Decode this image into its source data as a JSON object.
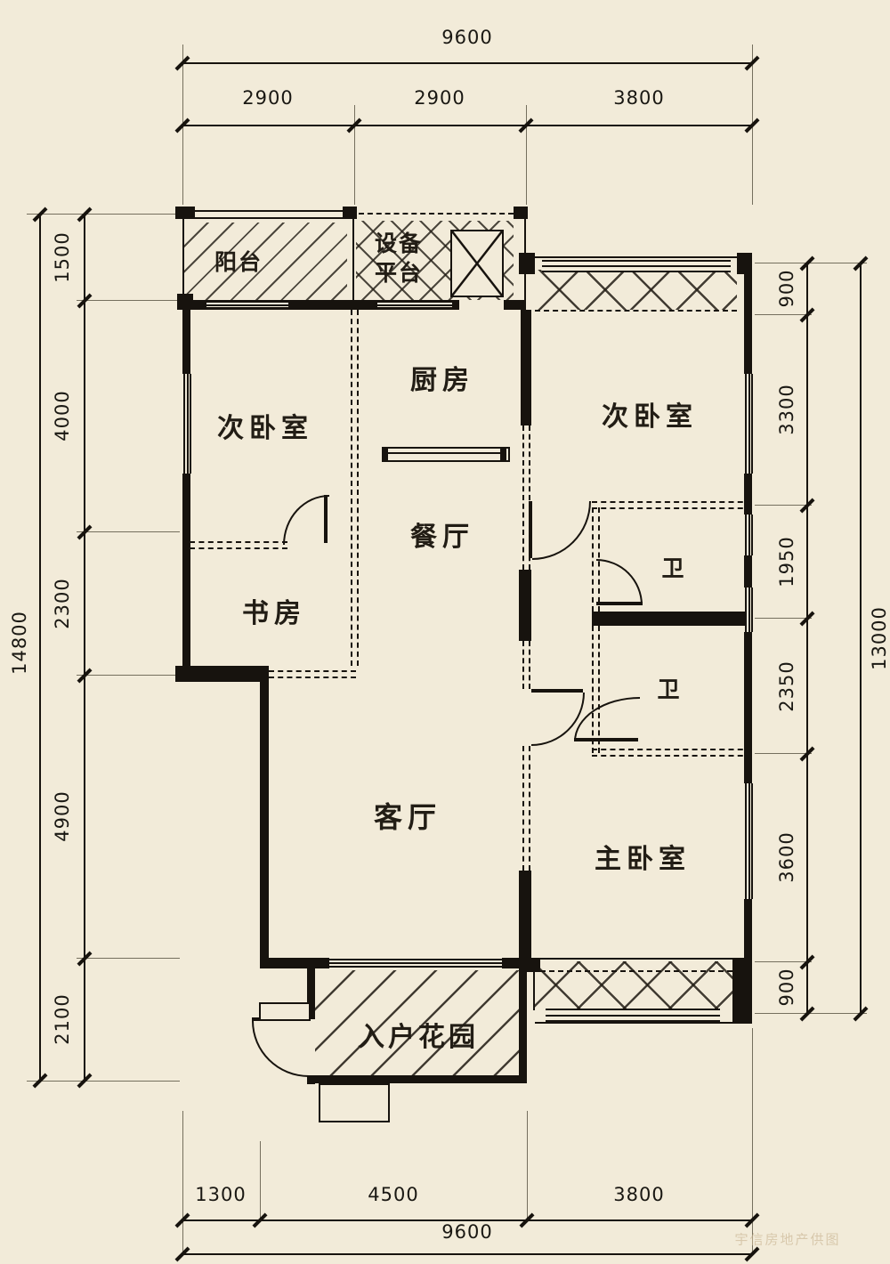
{
  "plan_type": "residential floor plan",
  "rooms": {
    "balcony": "阳台",
    "equipment_platform": [
      "设备",
      "平台"
    ],
    "bedroom_left": "次卧室",
    "kitchen": "厨房",
    "bedroom_right": "次卧室",
    "dining": "餐厅",
    "study": "书房",
    "bath_upper": "卫",
    "bath_lower": "卫",
    "living": "客厅",
    "master": "主卧室",
    "entry_garden": "入户花园"
  },
  "dims": {
    "top": {
      "total": "9600",
      "segs": [
        "2900",
        "2900",
        "3800"
      ]
    },
    "left": {
      "total": "14800",
      "segs": [
        "1500",
        "4000",
        "2300",
        "4900",
        "2100"
      ]
    },
    "right": {
      "total": "13000",
      "segs": [
        "900",
        "3300",
        "1950",
        "2350",
        "3600",
        "900"
      ]
    },
    "bottom": {
      "total": "9600",
      "segs": [
        "1300",
        "4500",
        "3800"
      ]
    }
  },
  "watermark": "宇信房地产供图",
  "colors": {
    "background": "#f2ebd9",
    "line": "#17130e"
  }
}
